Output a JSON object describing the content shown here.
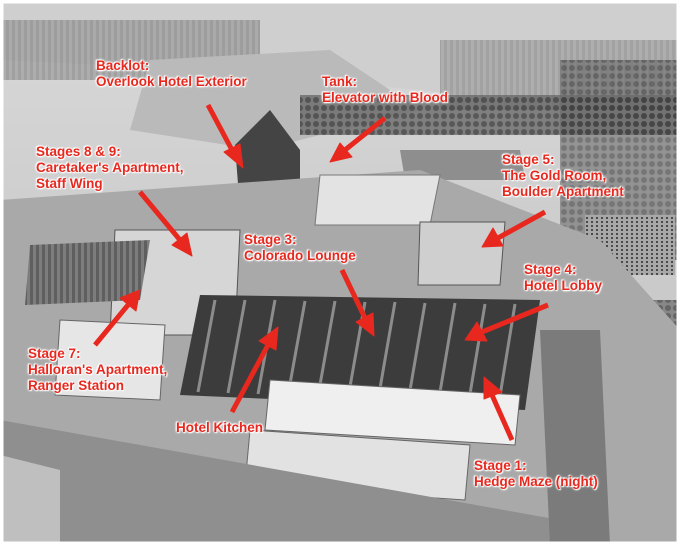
{
  "image": {
    "accent_color": "#e8281e"
  },
  "annotations": [
    {
      "id": "backlot",
      "lines": [
        "Backlot:",
        "Overlook Hotel Exterior"
      ]
    },
    {
      "id": "tank",
      "lines": [
        "Tank:",
        "Elevator with Blood"
      ]
    },
    {
      "id": "stages-8-9",
      "lines": [
        "Stages 8 & 9:",
        "Caretaker's Apartment,",
        "Staff Wing"
      ]
    },
    {
      "id": "stage-5",
      "lines": [
        "Stage 5:",
        "The Gold Room,",
        "Boulder Apartment"
      ]
    },
    {
      "id": "stage-3",
      "lines": [
        "Stage 3:",
        "Colorado Lounge"
      ]
    },
    {
      "id": "stage-4",
      "lines": [
        "Stage 4:",
        "Hotel Lobby"
      ]
    },
    {
      "id": "stage-7",
      "lines": [
        "Stage 7:",
        "Halloran's Apartment,",
        "Ranger Station"
      ]
    },
    {
      "id": "hotel-kitchen",
      "lines": [
        "Hotel Kitchen"
      ]
    },
    {
      "id": "stage-1",
      "lines": [
        "Stage 1:",
        "Hedge Maze (night)"
      ]
    }
  ]
}
